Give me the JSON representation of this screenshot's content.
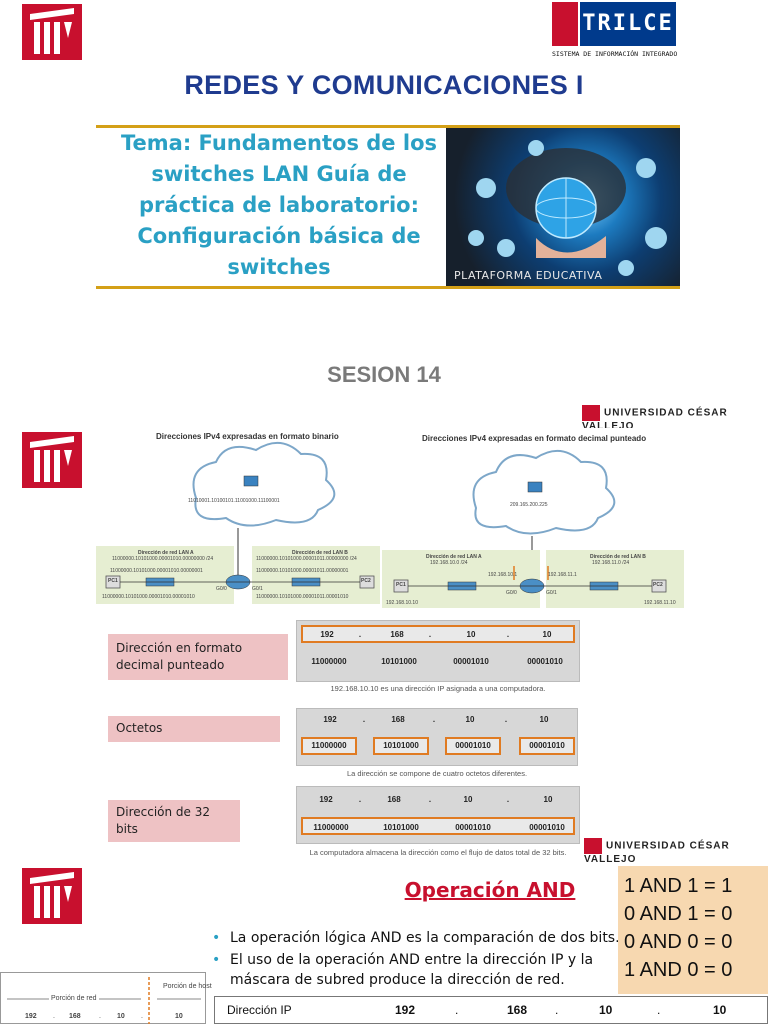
{
  "logos": {
    "trilce_word": "TRILCE",
    "trilce_sub": "SISTEMA DE INFORMACIÓN INTEGRADO",
    "ucv_name": "UNIVERSIDAD CÉSAR VALLEJO"
  },
  "slide1": {
    "course_title": "REDES Y COMUNICACIONES I",
    "tema_lines": [
      "Tema: Fundamentos de los",
      "switches LAN Guía de",
      "práctica de laboratorio:",
      "Configuración básica de",
      "switches"
    ],
    "image_caption": "PLATAFORMA EDUCATIVA",
    "session": "SESION 14"
  },
  "slide2": {
    "left_diagram_title": "Direcciones IPv4 expresadas en formato binario",
    "right_diagram_title": "Direcciones IPv4 expresadas en formato decimal punteado",
    "left_cloud_ip": "11010001.10100101.11001000.11100001",
    "right_cloud_ip": "209.165.200.225",
    "left_lan_a_label": "Dirección de red LAN A",
    "left_lan_a_value": "11000000.10101000.00001010.00000000 /24",
    "left_lan_b_label": "Dirección de red LAN B",
    "left_lan_b_value": "11000000.10101000.00001011.00000000 /24",
    "left_g00_ip": "11000000.10101000.00001010.00000001",
    "left_g01_ip": "11000000.10101000.00001011.00000001",
    "left_pc1_ip": "11000000.10101000.00001010.00001010",
    "left_pc2_ip": "11000000.10101000.00001011.00001010",
    "right_lan_a_label": "Dirección de red LAN A",
    "right_lan_a_value": "192.168.10.0 /24",
    "right_lan_b_label": "Dirección de red LAN B",
    "right_lan_b_value": "192.168.11.0 /24",
    "right_g00_ip": "192.168.10.1",
    "right_g01_ip": "192.168.11.1",
    "right_pc1_ip": "192.168.10.10",
    "right_pc2_ip": "192.168.11.10",
    "pc1": "PC1",
    "pc2": "PC2",
    "g00": "G0/0",
    "g01": "G0/1",
    "label_dotted": "Dirección en formato decimal punteado",
    "label_octets": "Octetos",
    "label_32bits": "Dirección de 32 bits",
    "decimal": [
      "192",
      "168",
      "10",
      "10"
    ],
    "binary": [
      "11000000",
      "10101000",
      "00001010",
      "00001010"
    ],
    "dot": ".",
    "caption1": "192.168.10.10 es una dirección IP asignada a una computadora.",
    "caption2": "La dirección se compone de cuatro octetos diferentes.",
    "caption3": "La computadora almacena la dirección como el flujo de datos total de 32 bits."
  },
  "slide3": {
    "title": "Operación AND",
    "bullet1": "La operación lógica AND es la comparación de dos bits.",
    "bullet2": "El uso de la operación AND entre la dirección IP y la máscara de subred produce la dirección de red.",
    "truth": [
      "1 AND 1 = 1",
      "0 AND 1 = 0",
      "0 AND 0 = 0",
      "1 AND 0 = 0"
    ],
    "network_portion": "Porción de red",
    "host_portion": "Porción de host",
    "mini_values": [
      "192",
      ".",
      "168",
      ".",
      "10",
      ".",
      "10"
    ],
    "ip_label": "Dirección IP",
    "ip_values": [
      "192",
      ".",
      "168",
      ".",
      "10",
      ".",
      "10"
    ]
  }
}
